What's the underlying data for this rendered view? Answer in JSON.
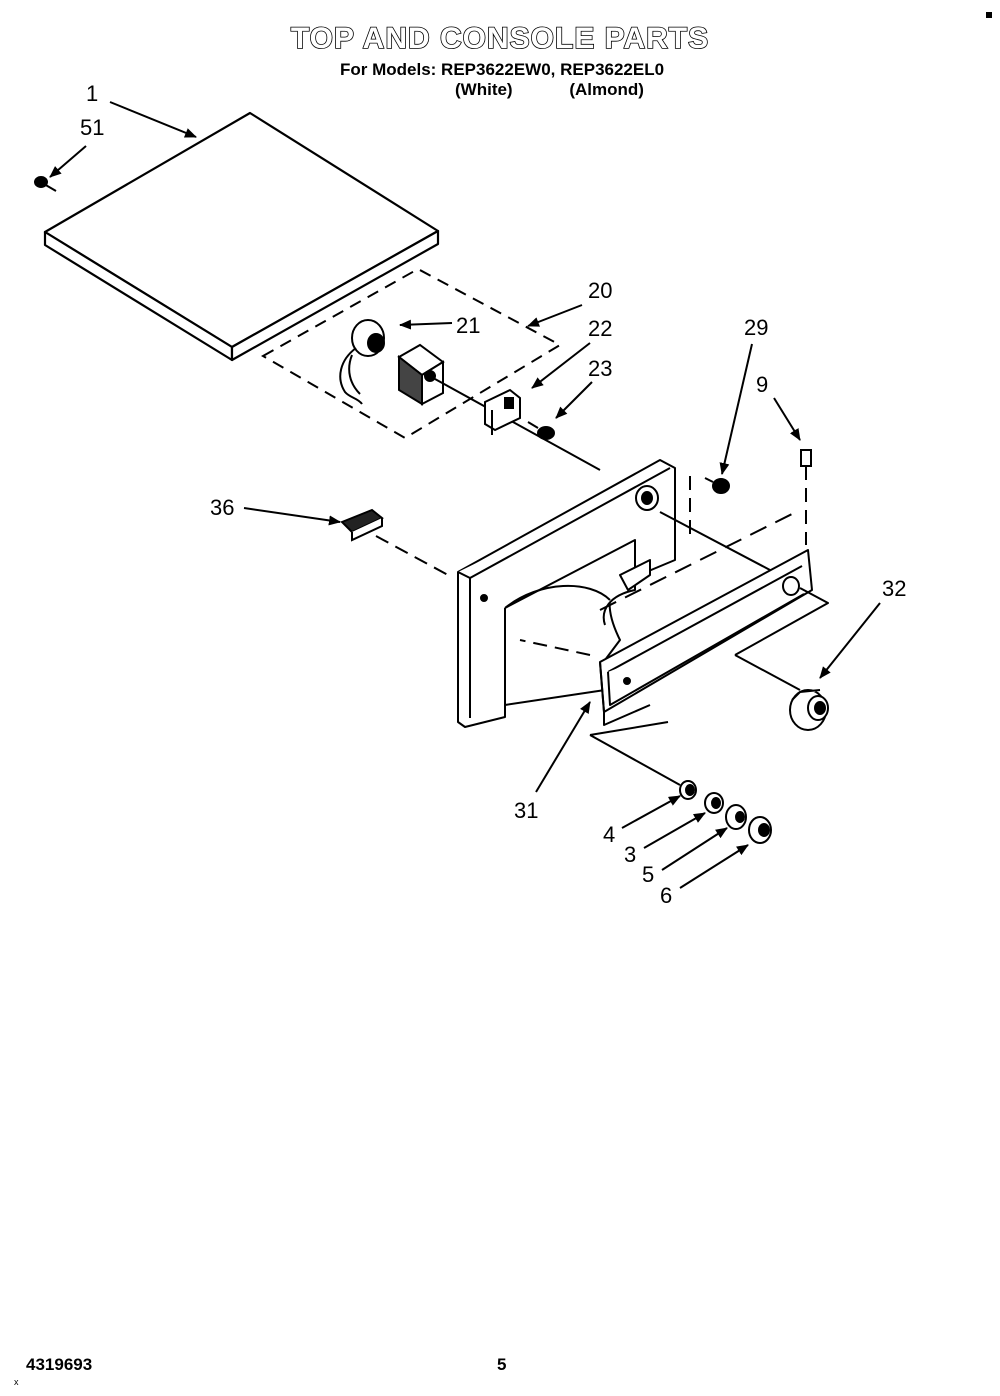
{
  "title": "TOP AND CONSOLE PARTS",
  "models_line": "For Models: REP3622EW0, REP3622EL0",
  "variant_white": "(White)",
  "variant_almond": "(Almond)",
  "callouts": {
    "p1": "1",
    "p51": "51",
    "p20": "20",
    "p21": "21",
    "p22": "22",
    "p23": "23",
    "p29": "29",
    "p9": "9",
    "p36": "36",
    "p32": "32",
    "p31": "31",
    "p4": "4",
    "p3": "3",
    "p5": "5",
    "p6": "6"
  },
  "footer_code": "4319693",
  "page_number": "5",
  "corner_x": "x"
}
